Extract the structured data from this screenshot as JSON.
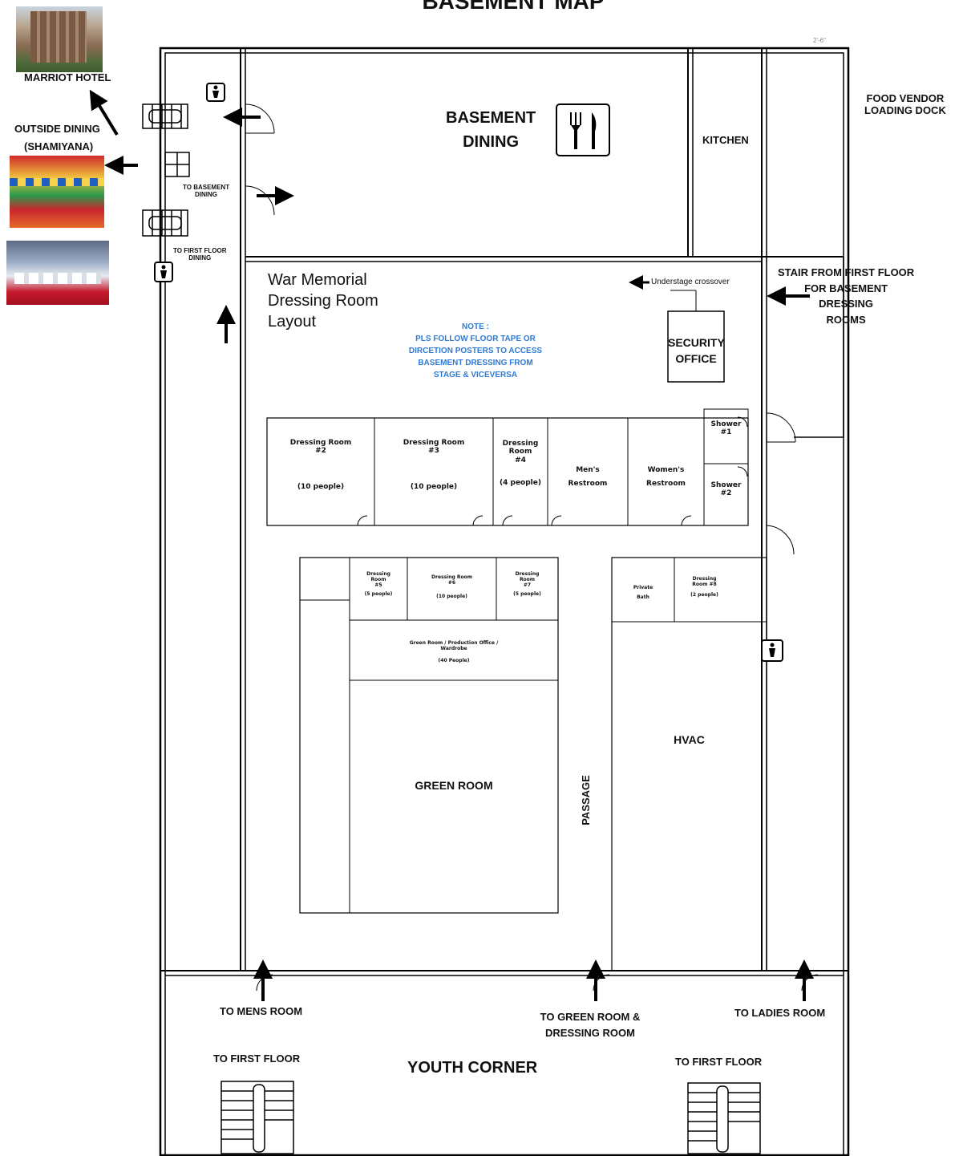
{
  "map": {
    "title": "BASEMENT MAP",
    "dimension_note": "2'-6\"",
    "exterior": {
      "marriot_hotel": "MARRIOT HOTEL",
      "outside_dining": "OUTSIDE DINING",
      "shamiyana": "(SHAMIYANA)",
      "food_vendor": "FOOD VENDOR",
      "loading_dock": "LOADING DOCK",
      "to_basement_dining_1": "TO BASEMENT",
      "to_basement_dining_2": "DINING",
      "to_first_floor_dining_1": "TO FIRST FLOOR",
      "to_first_floor_dining_2": "DINING",
      "stair_1": "STAIR FROM FIRST FLOOR",
      "stair_2": "FOR BASEMENT",
      "stair_3": "DRESSING",
      "stair_4": "ROOMS"
    },
    "rooms": {
      "basement_dining_1": "BASEMENT",
      "basement_dining_2": "DINING",
      "kitchen": "KITCHEN",
      "layout_title_1": "War Memorial",
      "layout_title_2": "Dressing Room",
      "layout_title_3": "Layout",
      "understage": "Understage crossover",
      "security_1": "SECURITY",
      "security_2": "OFFICE",
      "dr2_1": "Dressing Room",
      "dr2_2": "#2",
      "dr2_cap": "(10 people)",
      "dr3_1": "Dressing Room",
      "dr3_2": "#3",
      "dr3_cap": "(10 people)",
      "dr4_1": "Dressing",
      "dr4_2": "Room",
      "dr4_3": "#4",
      "dr4_cap": "(4 people)",
      "mens_1": "Men's",
      "mens_2": "Restroom",
      "womens_1": "Women's",
      "womens_2": "Restroom",
      "shower1_1": "Shower",
      "shower1_2": "#1",
      "shower2_1": "Shower",
      "shower2_2": "#2",
      "dr5_1": "Dressing",
      "dr5_2": "Room",
      "dr5_3": "#5",
      "dr5_cap": "(5 people)",
      "dr6_1": "Dressing Room",
      "dr6_2": "#6",
      "dr6_cap": "(10 people)",
      "dr7_1": "Dressing",
      "dr7_2": "Room",
      "dr7_3": "#7",
      "dr7_cap": "(5 people)",
      "private_1": "Private",
      "private_2": "Bath",
      "dr8_1": "Dressing",
      "dr8_2": "Room #8",
      "dr8_cap": "(2 people)",
      "greenroom_office_1": "Green Room / Production Office /",
      "greenroom_office_2": "Wardrobe",
      "greenroom_office_cap": "(40 People)",
      "green_room": "GREEN ROOM",
      "passage": "PASSAGE",
      "hvac": "HVAC",
      "youth_corner": "YOUTH CORNER"
    },
    "note": {
      "l1": "NOTE :",
      "l2": "PLS FOLLOW FLOOR TAPE OR",
      "l3": "DIRCETION POSTERS TO ACCESS",
      "l4": "BASEMENT DRESSING FROM",
      "l5": "STAGE & VICEVERSA"
    },
    "bottom": {
      "to_mens_room": "TO MENS ROOM",
      "to_green_room_1": "TO GREEN ROOM &",
      "to_green_room_2": "DRESSING ROOM",
      "to_ladies_room": "TO LADIES ROOM",
      "to_first_floor_left": "TO FIRST FLOOR",
      "to_first_floor_right": "TO FIRST FLOOR"
    },
    "icons": [
      "restroom-icon",
      "dining-icon",
      "arrow-icon",
      "stair-icon",
      "door-icon"
    ],
    "colors": {
      "note_blue": "#2e7bd6",
      "wall": "#111111"
    }
  }
}
